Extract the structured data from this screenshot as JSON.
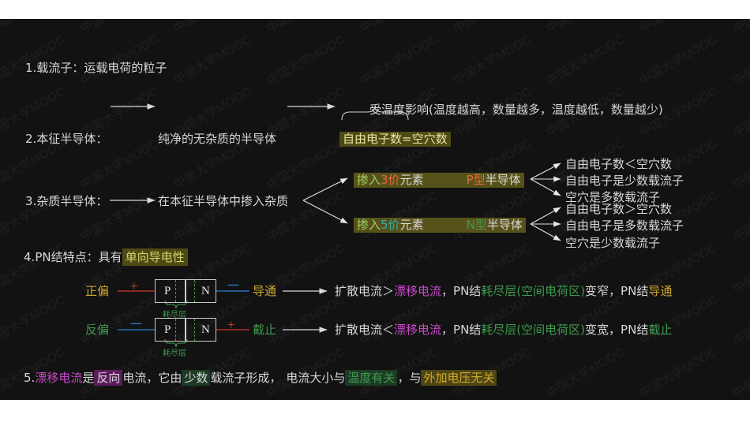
{
  "theme": {
    "page_bg": "#ffffff",
    "board_bg": "#121212",
    "default_text": "#d8d8d8",
    "accent_olive_hl": "#4e4a15",
    "accent_green": "#3f9a4e",
    "accent_magenta": "#cb49cb",
    "accent_gold": "#cfa92b",
    "accent_red": "#e0452a",
    "accent_teal": "#35a6a0"
  },
  "watermark": {
    "text": "中国大学MOOC"
  },
  "lines": {
    "l1": {
      "num": "1.",
      "label": "载流子：",
      "body": "运载电荷的粒子"
    },
    "l2": {
      "num": "2.",
      "label": "本征半导体：",
      "mid": "纯净的无杂质的半导体",
      "box": "自由电子数=空穴数",
      "note": "受温度影响(温度越高，数量越多，温度越低，数量越少)"
    },
    "l3": {
      "num": "3.",
      "label": "杂质半导体：",
      "mid": "在本征半导体中掺入杂质",
      "branch_p": {
        "prefix": "掺入",
        "valence": "3价",
        "elem": "元素",
        "result": "P型",
        "result_tail": "半导体"
      },
      "branch_n": {
        "prefix": "掺入",
        "valence": "5价",
        "elem": "元素",
        "result": "N型",
        "result_tail": "半导体"
      },
      "p_outcomes": [
        "自由电子数＜空穴数",
        "自由电子是少数载流子",
        "空穴是多数载流子"
      ],
      "n_outcomes": [
        "自由电子数＞空穴数",
        "自由电子是多数载流子",
        "空穴是少数载流子"
      ]
    },
    "l4": {
      "num": "4.",
      "label": "PN结特点：",
      "lead": "具有",
      "highlight": "单向导电性",
      "forward": {
        "bias": "正偏",
        "left_sign": "+",
        "right_sign": "一",
        "p": "P",
        "n": "N",
        "depletion": "耗尽层",
        "state": "导通",
        "desc_a": "扩散电流＞",
        "desc_drift": "漂移电流",
        "desc_b": "，PN结",
        "desc_layer": "耗尽层(空间电荷区)",
        "desc_c": "变窄，",
        "desc_d": "PN结",
        "desc_state": "导通"
      },
      "reverse": {
        "bias": "反偏",
        "left_sign": "一",
        "right_sign": "+",
        "p": "P",
        "n": "N",
        "depletion": "耗尽层",
        "state": "截止",
        "desc_a": "扩散电流＜",
        "desc_drift": "漂移电流",
        "desc_b": "，PN结",
        "desc_layer": "耗尽层(空间电荷区)",
        "desc_c": "变宽，",
        "desc_d": "PN结",
        "desc_state": "截止"
      }
    },
    "l5": {
      "num": "5.",
      "drift": "漂移电流",
      "is": "是",
      "reverse_hl": "反向",
      "current": "电流，它由",
      "minority_hl": "少数",
      "carrier": "载流子形成，",
      "magnitude": "电流大小与",
      "temp_hl": "温度有关",
      "with": "，与",
      "voltage_hl": "外加电压无关"
    }
  }
}
